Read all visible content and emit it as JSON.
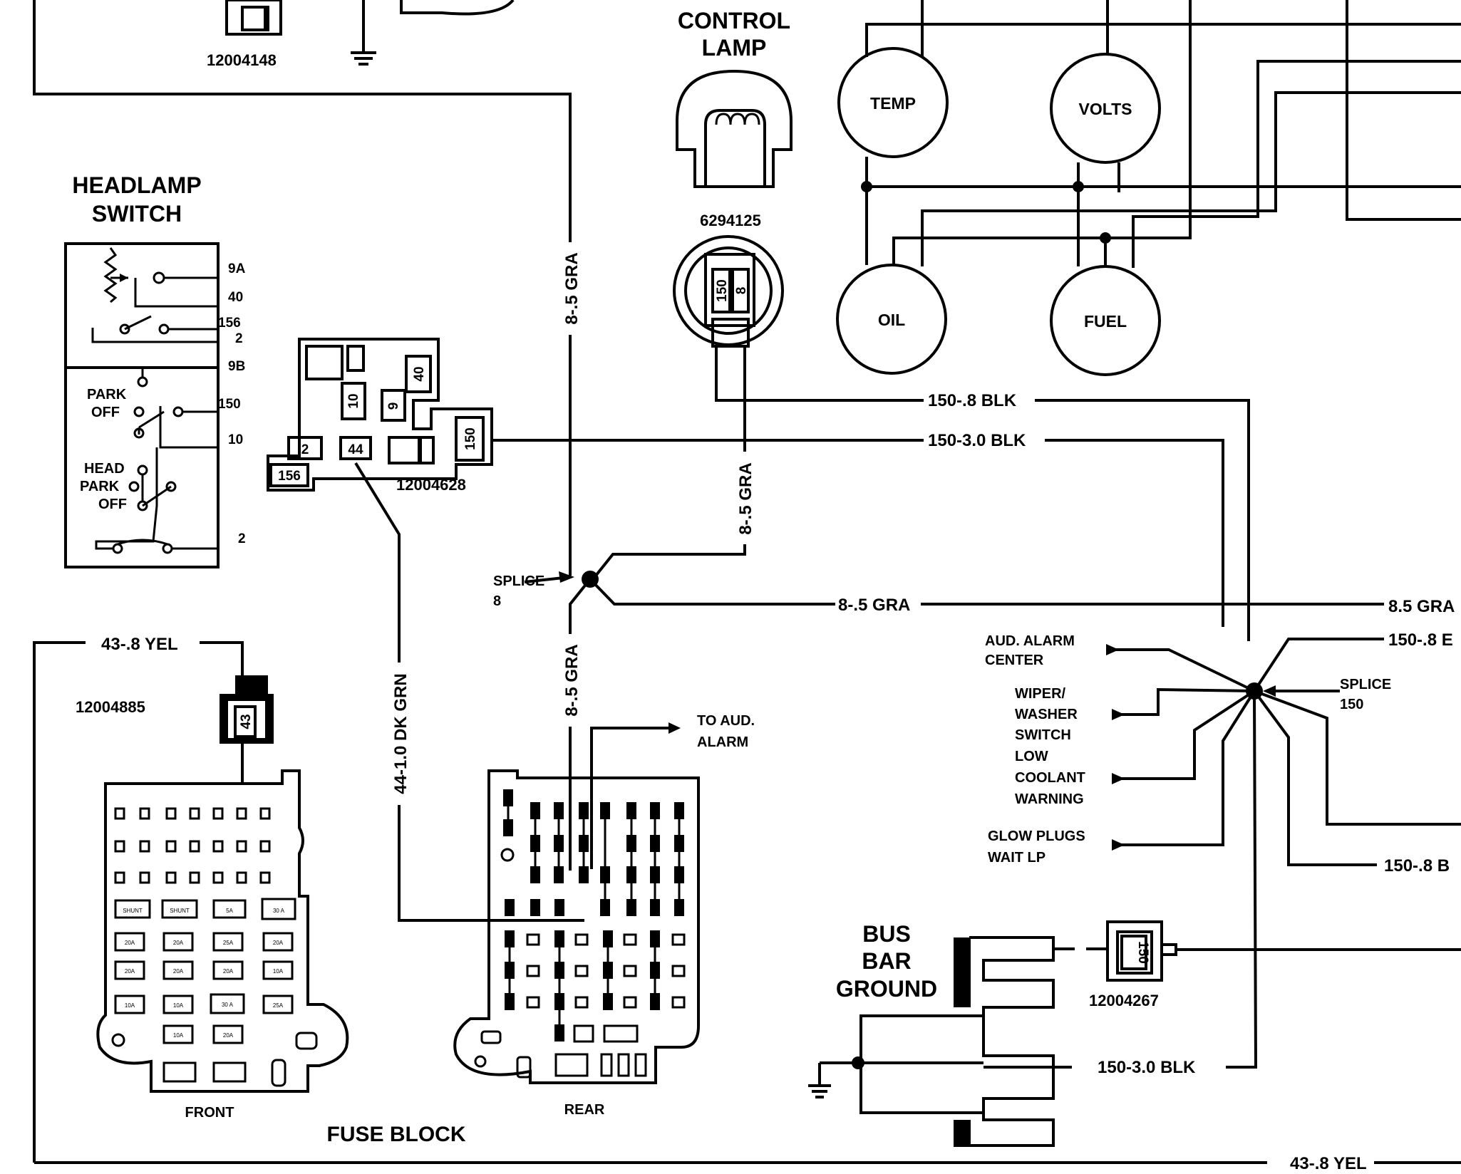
{
  "components": {
    "top_connector_part": "12004148",
    "control_lamp_title": [
      "CONTROL",
      "LAMP"
    ],
    "control_lamp_part": "6294125",
    "control_lamp_socket_pins": [
      "150",
      "8"
    ],
    "headlamp_switch_title": [
      "HEADLAMP",
      "SWITCH"
    ],
    "headlamp_switch_terminals": [
      "9A",
      "40",
      "156",
      "2",
      "9B",
      "150",
      "10",
      "2"
    ],
    "headlamp_switch_positions": [
      "PARK",
      "OFF",
      "HEAD",
      "PARK",
      "OFF"
    ],
    "connector_block_part": "12004628",
    "connector_block_pins": [
      "40",
      "10",
      "9",
      "2",
      "44",
      "150",
      "156"
    ],
    "fuse_connector_part": "12004885",
    "fuse_connector_pin": "43",
    "fuse_block_title": "FUSE BLOCK",
    "fuse_block_front": "FRONT",
    "fuse_block_rear": "REAR",
    "fuse_block_values": [
      "SHUNT",
      "SHUNT",
      "5A",
      "30 A",
      "20A",
      "20A",
      "25A",
      "20A",
      "20A",
      "20A",
      "20A",
      "10A",
      "10A",
      "10A",
      "30 A",
      "25A",
      "10A",
      "20A"
    ],
    "gauges": [
      "TEMP",
      "VOLTS",
      "OIL",
      "FUEL"
    ],
    "bus_bar_title": [
      "BUS",
      "BAR",
      "GROUND"
    ],
    "bus_bar_connector_part": "12004267",
    "bus_bar_connector_pin": "150"
  },
  "splices": {
    "splice_8": [
      "SPLICE",
      "8"
    ],
    "splice_150": [
      "SPLICE",
      "150"
    ]
  },
  "wires": {
    "wire_43_yel": "43-.8 YEL",
    "wire_43_yel_bottom": "43-.8 YEL",
    "wire_8_gra_vertical": "8-.5 GRA",
    "wire_8_gra_lamp": "8-.5 GRA",
    "wire_8_gra_lower": "8-.5 GRA",
    "wire_8_gra_horizontal": "8-.5 GRA",
    "wire_8_gra_right": "8.5 GRA",
    "wire_150_08_blk": "150-.8 BLK",
    "wire_150_30_blk": "150-3.0 BLK",
    "wire_150_08_b_right1": "150-.8 E",
    "wire_150_08_b_right2": "150-.8 B",
    "wire_44_dk_grn": "44-1.0 DK GRN",
    "wire_150_30_blk_ground": "150-3.0 BLK"
  },
  "destinations": {
    "to_aud_alarm": [
      "TO AUD.",
      "ALARM"
    ],
    "aud_alarm_center": [
      "AUD. ALARM",
      "CENTER"
    ],
    "wiper_washer_switch": [
      "WIPER/",
      "WASHER",
      "SWITCH"
    ],
    "low_coolant_warning": [
      "LOW",
      "COOLANT",
      "WARNING"
    ],
    "glow_plugs_wait_lp": [
      "GLOW PLUGS",
      "WAIT LP"
    ]
  }
}
